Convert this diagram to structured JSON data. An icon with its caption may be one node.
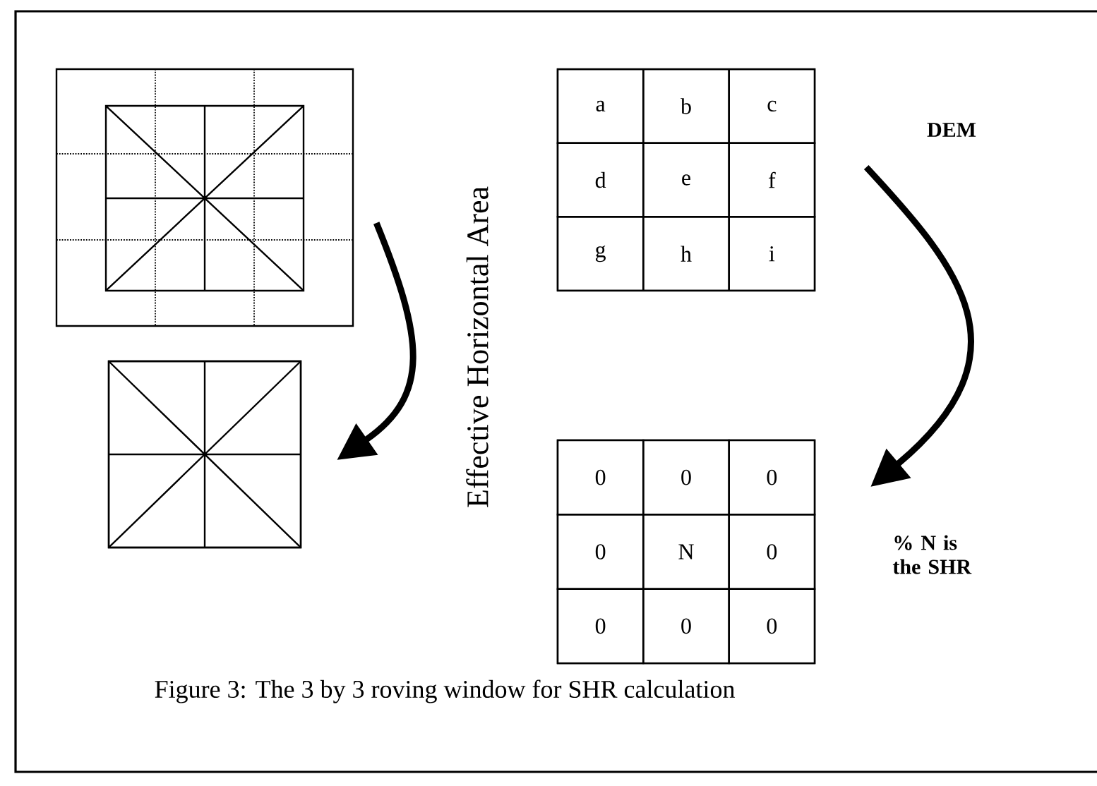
{
  "diagram": {
    "caption": "Figure 3:  The 3 by 3 roving window for SHR calculation",
    "nodes": [
      {
        "text": [],
        "shape": "box"
      },
      {
        "text": [],
        "shape": "box"
      },
      {
        "text": [
          "a",
          "b",
          "c",
          "d",
          "e",
          "f",
          "g",
          "h",
          "i"
        ]
      },
      {
        "text": [
          "0",
          "0",
          "0",
          "0",
          "N",
          "0",
          "0",
          "0",
          "0"
        ],
        "beside": [
          "% N is the SHR"
        ]
      }
    ],
    "edges": [
      {
        "from": 0,
        "to": 1,
        "arrow": "to"
      },
      {
        "from": 2,
        "to": 3,
        "arrow": "to"
      }
    ],
    "labels": [
      "Effective Horizontal Area",
      "DEM"
    ]
  }
}
